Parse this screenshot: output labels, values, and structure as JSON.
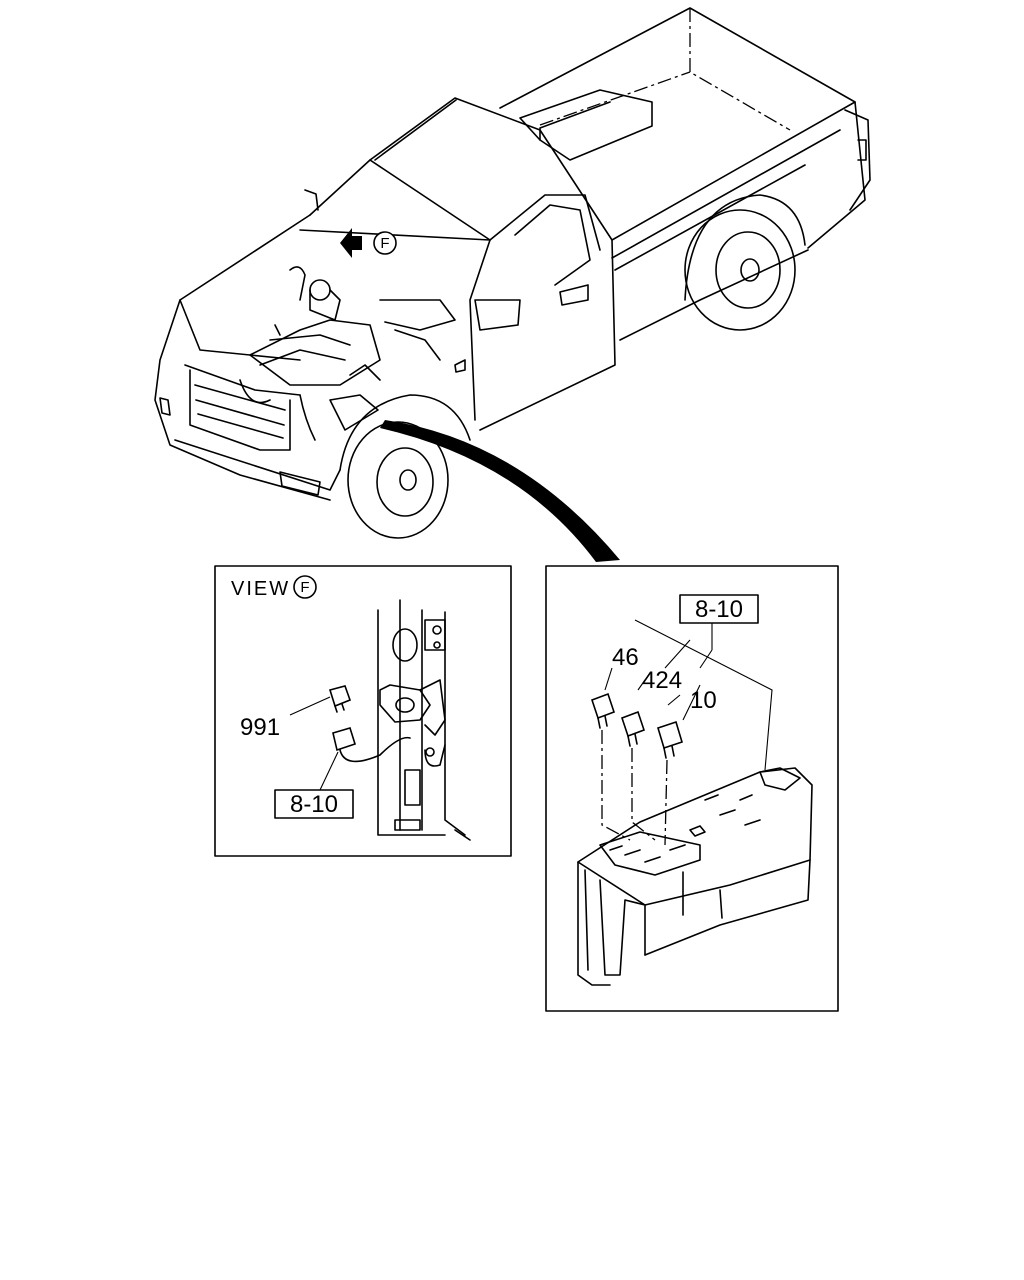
{
  "main_view": {
    "view_marker": "F"
  },
  "view_f_panel": {
    "title": "VIEW",
    "marker": "F",
    "callouts": {
      "part_991": "991",
      "ref_box": "8-10"
    }
  },
  "fuse_box_panel": {
    "ref_box": "8-10",
    "callouts": {
      "part_46": "46",
      "part_424": "424",
      "part_10": "10"
    }
  }
}
